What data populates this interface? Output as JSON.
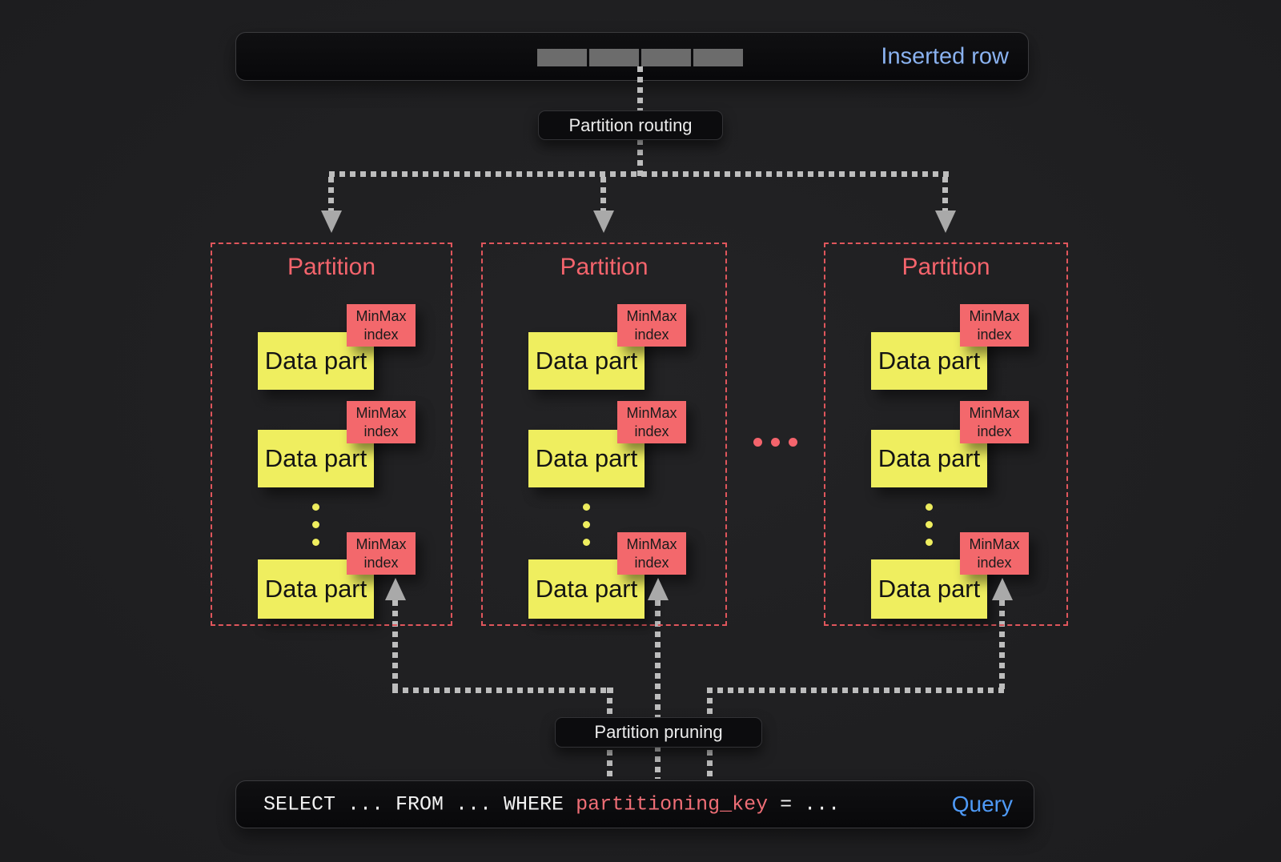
{
  "colors": {
    "partition_red": "#f4646c",
    "minmax_tag_red": "#f3686c",
    "data_part_yellow": "#efee5f",
    "inserted_row_blue": "#8ab2f0",
    "query_blue": "#4e9af7",
    "connector_gray": "#bdbdbd"
  },
  "top_bar": {
    "label": "Inserted row",
    "segment_count": 4
  },
  "routing": {
    "label": "Partition routing"
  },
  "pruning": {
    "label": "Partition pruning"
  },
  "partitions_ellipsis": "...",
  "partitions": [
    {
      "title": "Partition",
      "data_parts": [
        {
          "label": "Data part",
          "index_line1": "MinMax",
          "index_line2": "index"
        },
        {
          "label": "Data part",
          "index_line1": "MinMax",
          "index_line2": "index"
        },
        {
          "label": "Data part",
          "index_line1": "MinMax",
          "index_line2": "index"
        }
      ]
    },
    {
      "title": "Partition",
      "data_parts": [
        {
          "label": "Data part",
          "index_line1": "MinMax",
          "index_line2": "index"
        },
        {
          "label": "Data part",
          "index_line1": "MinMax",
          "index_line2": "index"
        },
        {
          "label": "Data part",
          "index_line1": "MinMax",
          "index_line2": "index"
        }
      ]
    },
    {
      "title": "Partition",
      "data_parts": [
        {
          "label": "Data part",
          "index_line1": "MinMax",
          "index_line2": "index"
        },
        {
          "label": "Data part",
          "index_line1": "MinMax",
          "index_line2": "index"
        },
        {
          "label": "Data part",
          "index_line1": "MinMax",
          "index_line2": "index"
        }
      ]
    }
  ],
  "query": {
    "code_before_key": "SELECT ... FROM ... WHERE ",
    "key": "partitioning_key",
    "code_after_key": " = ...",
    "label": "Query"
  }
}
